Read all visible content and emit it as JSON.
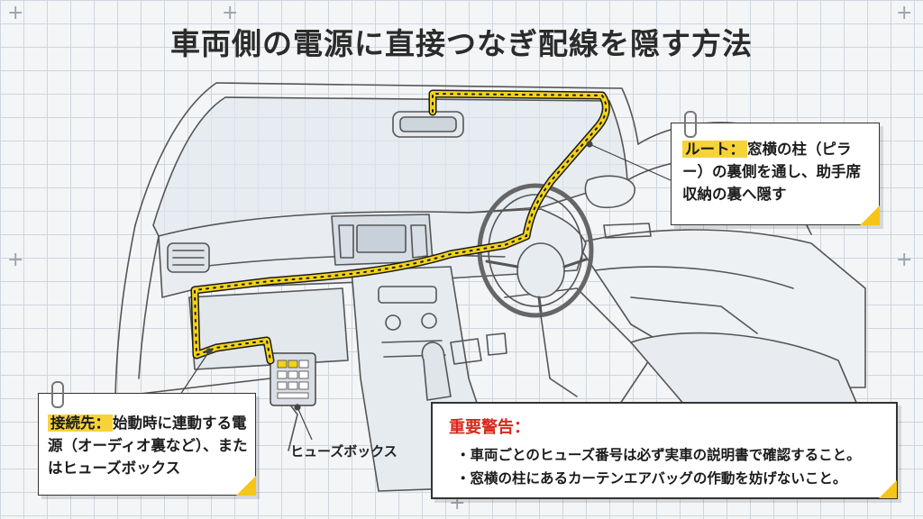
{
  "title": "車両側の電源に直接つなぎ配線を隠す方法",
  "route_note": {
    "label": "ルート：",
    "text": "窓横の柱（ピラー）の裏側を通し、助手席収納の裏へ隠す"
  },
  "connect_note": {
    "label": "接続先：",
    "text": "始動時に連動する電源（オーディオ裏など）、またはヒューズボックス"
  },
  "fusebox_label": "ヒューズボックス",
  "warning": {
    "title": "重要警告：",
    "items": [
      "・車両ごとのヒューズ番号は必ず実車の説明書で確認すること。",
      "・窓横の柱にあるカーテンエアバッグの作動を妨げないこと。"
    ]
  },
  "colors": {
    "wire": "#f2d21b",
    "highlight": "#f7d33a",
    "warning": "#d62a1e",
    "line": "#555555"
  }
}
